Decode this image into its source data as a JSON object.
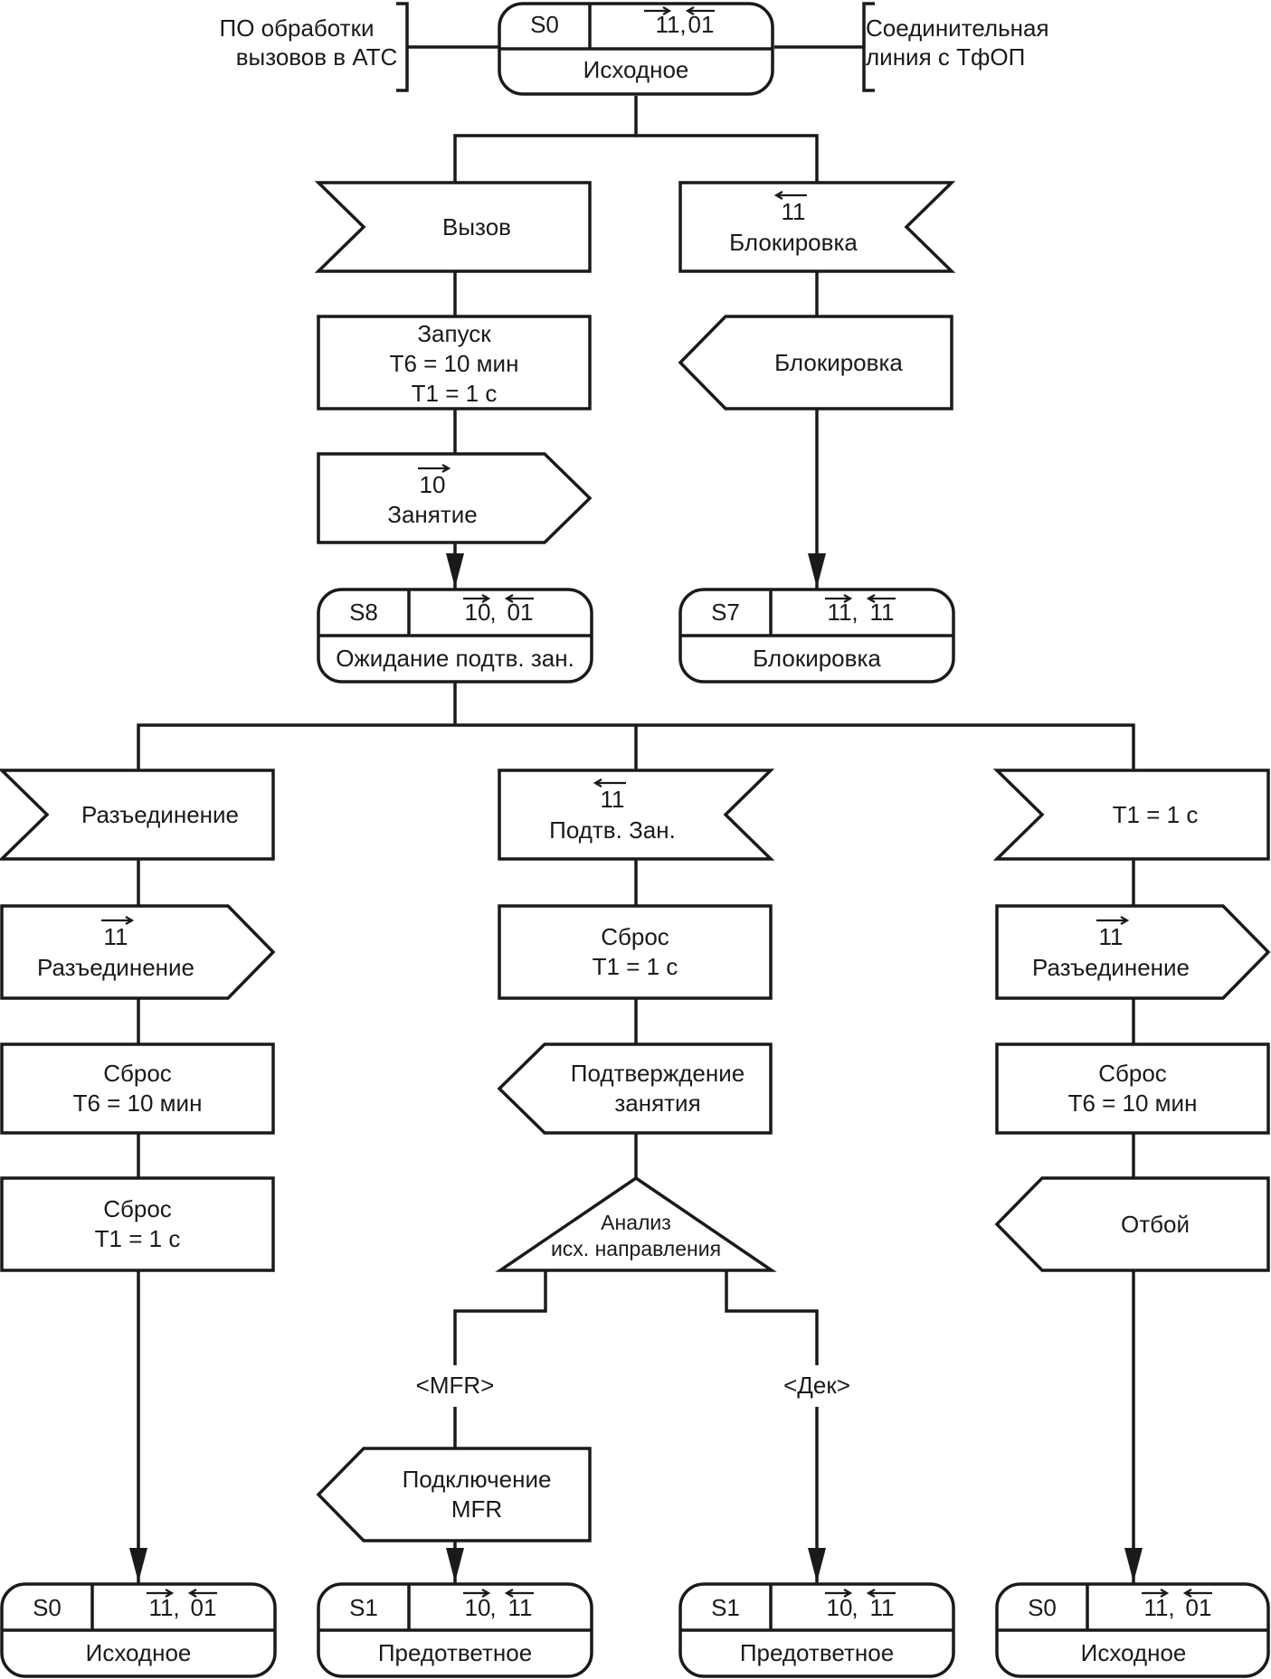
{
  "annotations": {
    "left": [
      "ПО обработки",
      "вызовов в АТС"
    ],
    "right": [
      "Соединительная",
      "линия с ТфОП"
    ]
  },
  "states": {
    "s0_top": {
      "id": "S0",
      "sig1": "11",
      "sig2": "01",
      "label": "Исходное"
    },
    "s8": {
      "id": "S8",
      "sig1": "10",
      "sig2": "01",
      "label": "Ожидание подтв. зан."
    },
    "s7": {
      "id": "S7",
      "sig1": "11",
      "sig2": "11",
      "label": "Блокировка"
    },
    "s0_left": {
      "id": "S0",
      "sig1": "11",
      "sig2": "01",
      "label": "Исходное"
    },
    "s1_mfr": {
      "id": "S1",
      "sig1": "10",
      "sig2": "11",
      "label": "Предответное"
    },
    "s1_dek": {
      "id": "S1",
      "sig1": "10",
      "sig2": "11",
      "label": "Предответное"
    },
    "s0_right": {
      "id": "S0",
      "sig1": "11",
      "sig2": "01",
      "label": "Исходное"
    }
  },
  "inputs": {
    "vyzov": {
      "lines": [
        "Вызов"
      ]
    },
    "block": {
      "signal": "11",
      "lines": [
        "Блокировка"
      ]
    },
    "razed": {
      "lines": [
        "Разъединение"
      ]
    },
    "podtv": {
      "signal": "11",
      "lines": [
        "Подтв. Зан."
      ]
    },
    "t1": {
      "lines": [
        "T1 = 1 с"
      ]
    }
  },
  "tasks": {
    "zapusk": {
      "lines": [
        "Запуск",
        "T6 = 10 мин",
        "T1 = 1 с"
      ]
    },
    "sbros_t6_left": {
      "lines": [
        "Сброс",
        "T6 = 10 мин"
      ]
    },
    "sbros_t1_left": {
      "lines": [
        "Сброс",
        "T1 = 1 с"
      ]
    },
    "sbros_t1_mid": {
      "lines": [
        "Сброс",
        "T1 = 1 с"
      ]
    },
    "sbros_t6_right": {
      "lines": [
        "Сброс",
        "T6 = 10 мин"
      ]
    }
  },
  "outputs_line": {
    "zanyatie": {
      "signal": "10",
      "lines": [
        "Занятие"
      ]
    },
    "razed_left": {
      "signal": "11",
      "lines": [
        "Разъединение"
      ]
    },
    "razed_right": {
      "signal": "11",
      "lines": [
        "Разъединение"
      ]
    }
  },
  "outputs_internal": {
    "block": {
      "lines": [
        "Блокировка"
      ]
    },
    "podtv_zan": {
      "lines": [
        "Подтверждение",
        "занятия"
      ]
    },
    "otboy": {
      "lines": [
        "Отбой"
      ]
    },
    "podkl_mfr": {
      "lines": [
        "Подключение",
        "MFR"
      ]
    }
  },
  "decision": {
    "lines": [
      "Анализ",
      "исх. направления"
    ]
  },
  "branches": {
    "mfr": "<MFR>",
    "dek": "<Дек>"
  }
}
